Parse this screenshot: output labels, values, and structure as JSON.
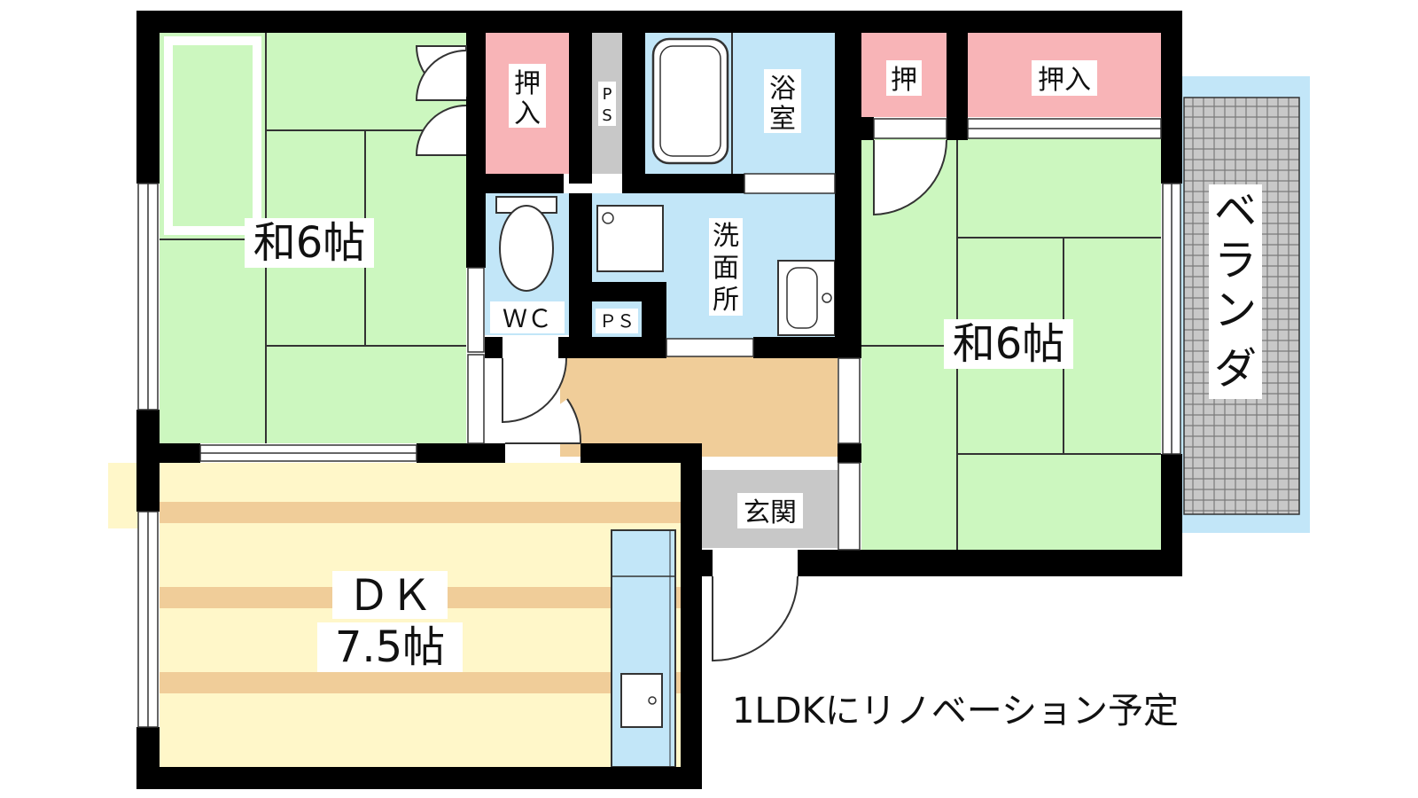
{
  "rooms": {
    "washitsu_left": "和6帖",
    "washitsu_right": "和6帖",
    "dk_line1": "ＤＫ",
    "dk_line2": "7.5帖",
    "oshiire_left": [
      "押",
      "入"
    ],
    "ps_top": [
      "P",
      "S"
    ],
    "bath": [
      "浴",
      "室"
    ],
    "oshi_small": "押",
    "oshiire_right": "押入",
    "wc": "ＷＣ",
    "washroom": [
      "洗",
      "面",
      "所"
    ],
    "ps_small": "ＰＳ",
    "genkan": "玄関",
    "veranda": [
      "ベ",
      "ラ",
      "ン",
      "ダ"
    ]
  },
  "note": "1LDKにリノベーション予定",
  "colors": {
    "tatami": "#ccf7bf",
    "closet": "#f8b4b7",
    "water": "#c2e6f8",
    "hall": "#f0cd99",
    "flooring_light": "#fff7c9",
    "flooring_dark": "#f0cd99",
    "ps": "#c8c8c8",
    "genkan": "#c8c8c8",
    "veranda": "#c8c8c8",
    "veranda_border": "#c2e6f8",
    "wall": "#000000"
  }
}
